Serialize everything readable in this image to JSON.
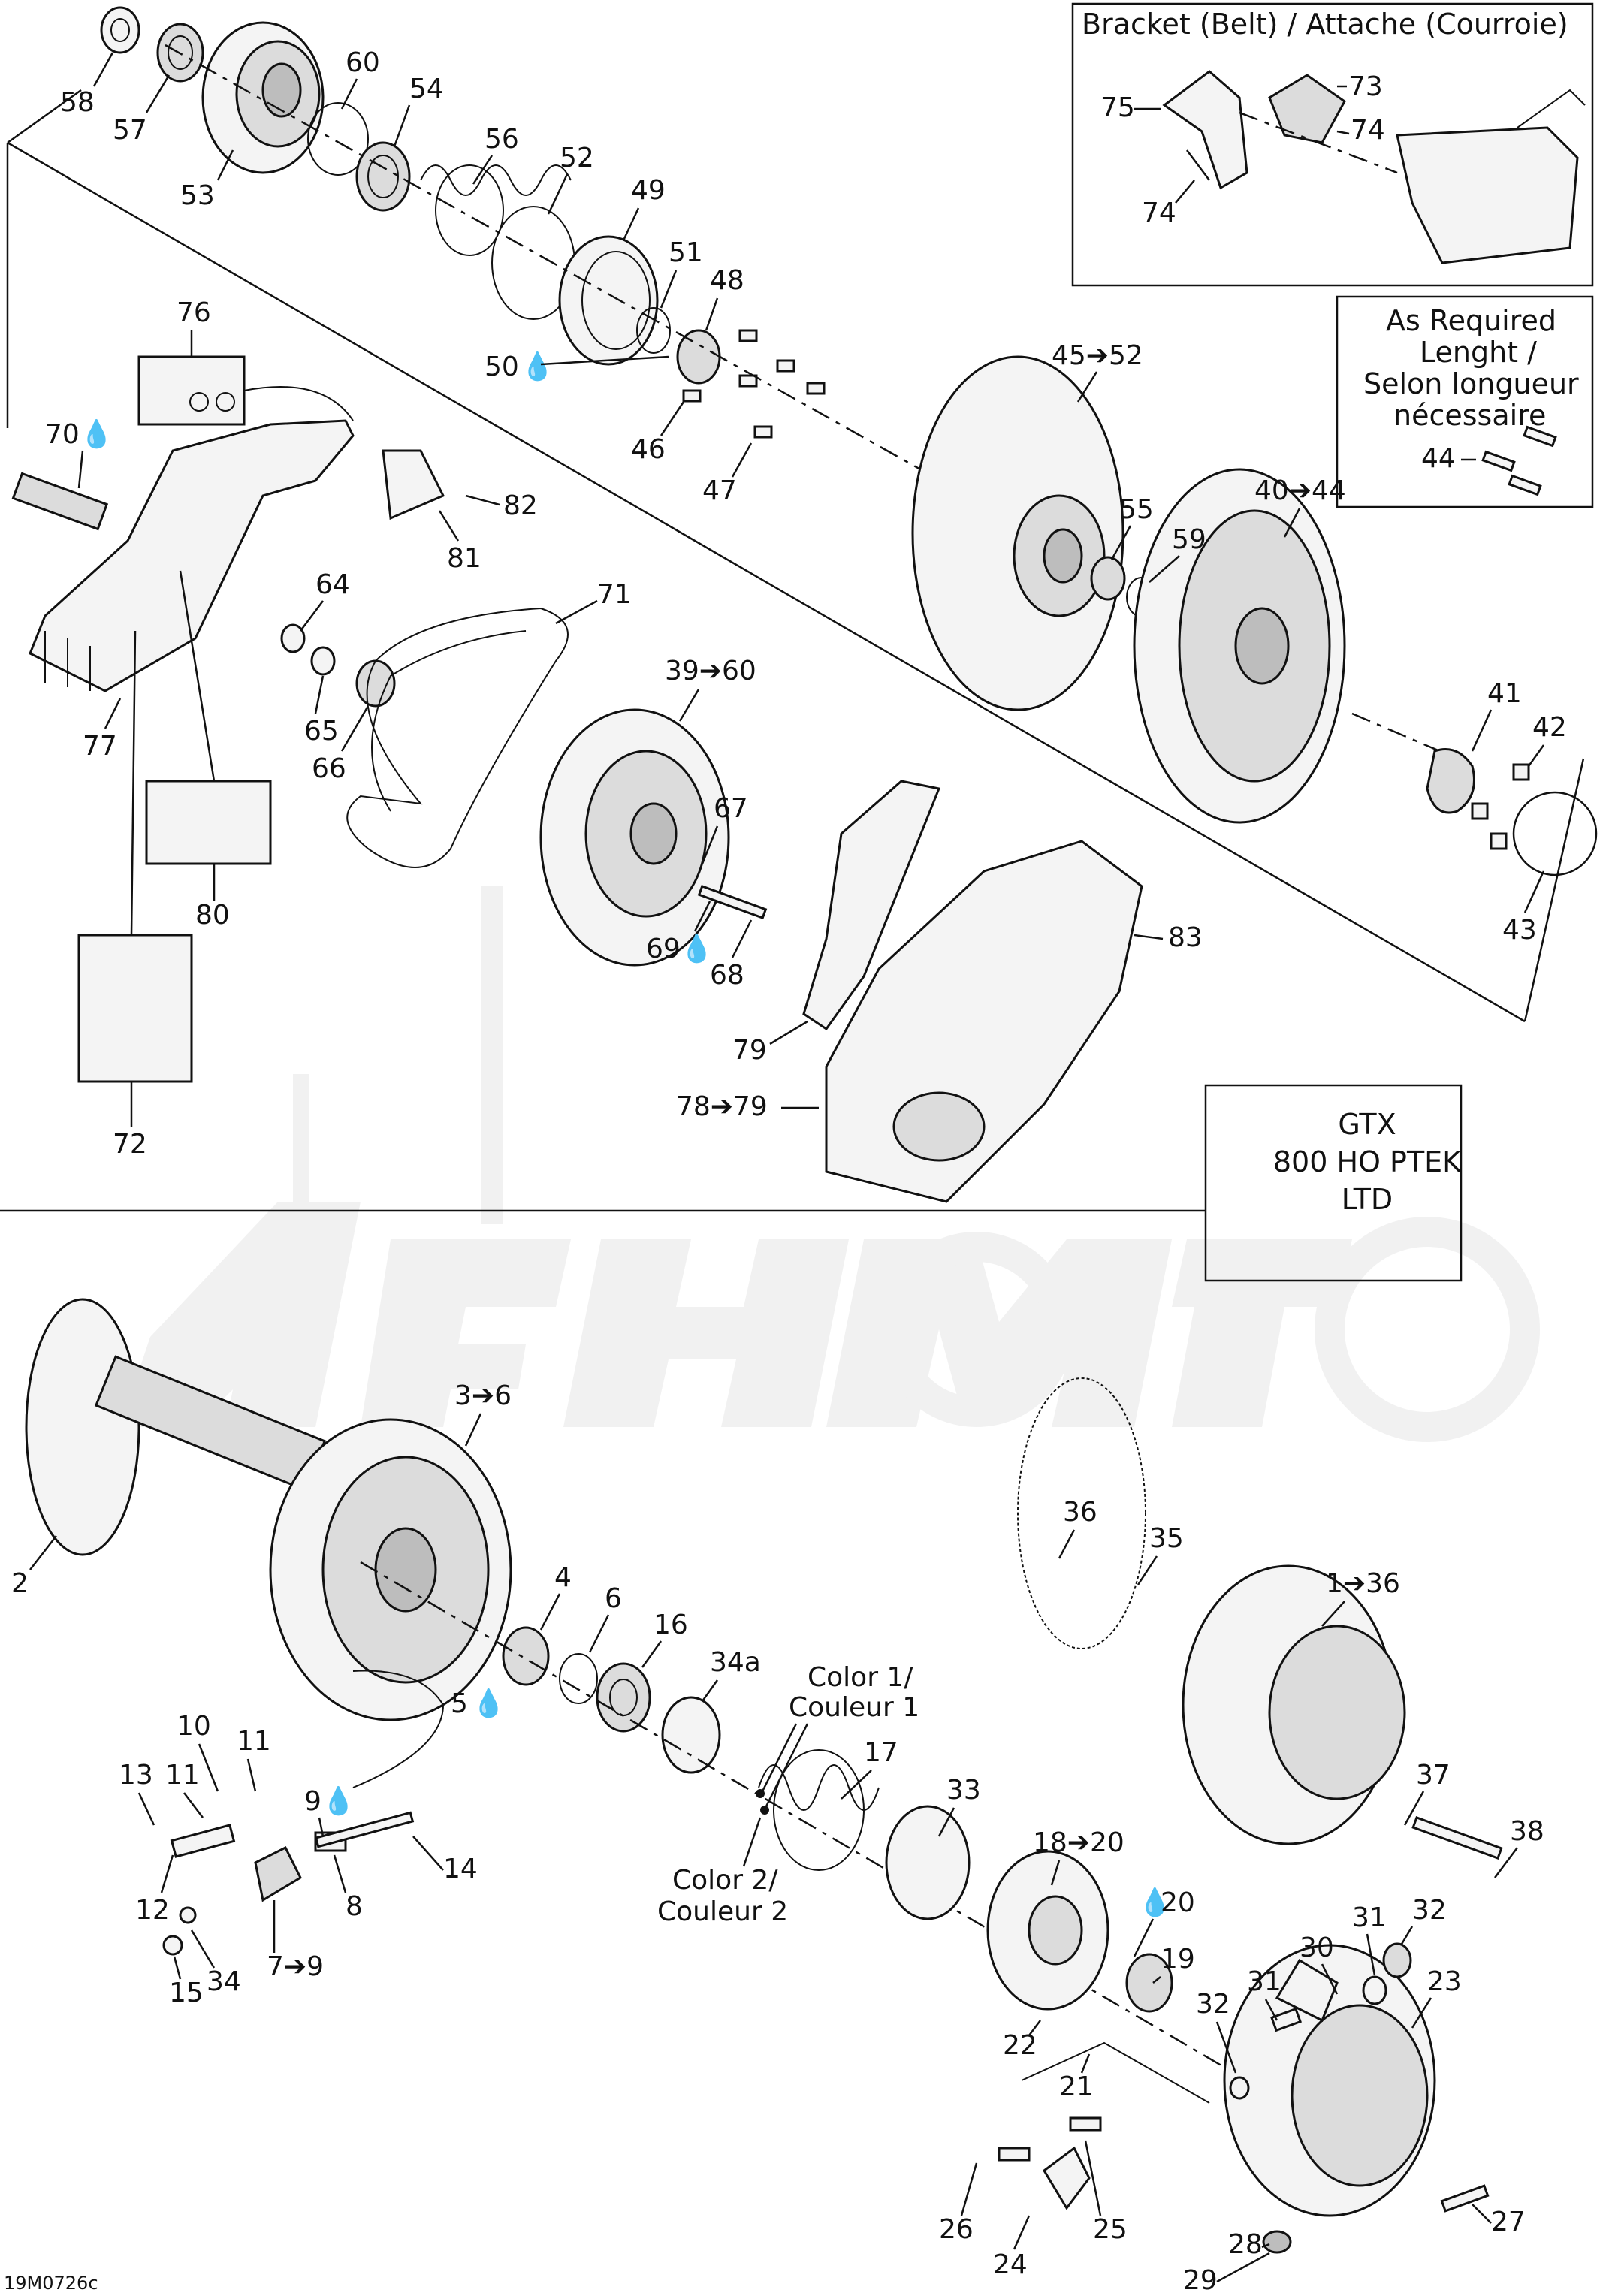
{
  "boxes": {
    "bracket_title": "Bracket (Belt) / Attache (Courroie)",
    "as_required": [
      "As Required",
      "Lenght /",
      "Selon longueur",
      "nécessaire"
    ],
    "model": [
      "GTX",
      "800 HO PTEK",
      "LTD"
    ]
  },
  "notes": {
    "color1": [
      "Color 1/",
      "Couleur 1"
    ],
    "color2": [
      "Color 2/",
      "Couleur 2"
    ]
  },
  "figure_code": "19M0726c",
  "labels": {
    "58": "58",
    "57": "57",
    "60": "60",
    "54": "54",
    "56": "56",
    "53": "53",
    "52": "52",
    "49": "49",
    "51": "51",
    "48": "48",
    "50": "50",
    "46": "46",
    "47": "47",
    "45_52": "45➔52",
    "76": "76",
    "70": "70",
    "82": "82",
    "81": "81",
    "64": "64",
    "65": "65",
    "66": "66",
    "77": "77",
    "80": "80",
    "71": "71",
    "39_60": "39➔60",
    "67": "67",
    "69": "69",
    "68": "68",
    "72": "72",
    "79": "79",
    "78_79": "78➔79",
    "83": "83",
    "55": "55",
    "59": "59",
    "40_44": "40➔44",
    "41": "41",
    "42": "42",
    "43": "43",
    "44": "44",
    "75": "75",
    "73": "73",
    "74a": "74",
    "74b": "74",
    "2": "2",
    "3_6": "3➔6",
    "4": "4",
    "6": "6",
    "16": "16",
    "5": "5",
    "34a": "34a",
    "10": "10",
    "11a": "11",
    "11b": "11",
    "13": "13",
    "9": "9",
    "12": "12",
    "8": "8",
    "14": "14",
    "15": "15",
    "34": "34",
    "7_9": "7➔9",
    "17": "17",
    "33": "33",
    "18_20": "18➔20",
    "20": "20",
    "19": "19",
    "22": "22",
    "21": "21",
    "36": "36",
    "35": "35",
    "1_36": "1➔36",
    "37": "37",
    "38": "38",
    "31a": "31",
    "32a": "32",
    "30": "30",
    "31b": "31",
    "32b": "32",
    "23": "23",
    "26": "26",
    "25": "25",
    "24": "24",
    "27": "27",
    "28": "28",
    "29": "29"
  }
}
